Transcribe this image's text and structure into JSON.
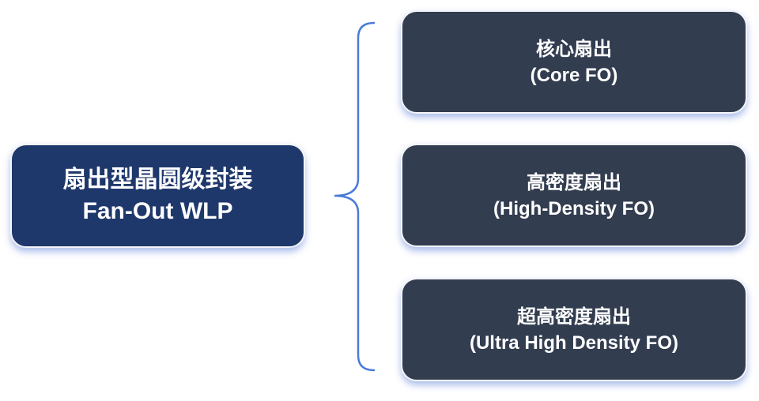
{
  "diagram": {
    "type": "tree-brace",
    "root": {
      "title_zh": "扇出型晶圆级封装",
      "title_en": "Fan-Out WLP",
      "color": "#1f386b"
    },
    "children": [
      {
        "title_zh": "核心扇出",
        "title_en": "(Core FO)"
      },
      {
        "title_zh": "高密度扇出",
        "title_en": "(High-Density FO)"
      },
      {
        "title_zh": "超高密度扇出",
        "title_en": "(Ultra High Density FO)"
      }
    ],
    "child_color": "#333d50",
    "brace_color": "#4a7bd8",
    "text_color": "#ffffff"
  }
}
